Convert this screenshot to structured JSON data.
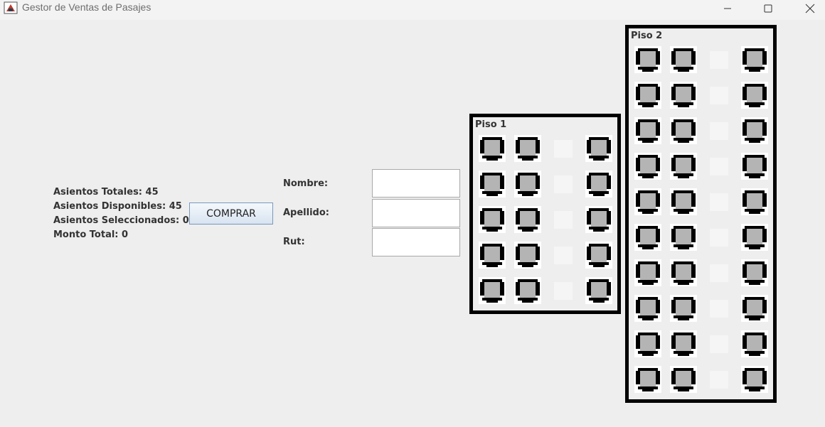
{
  "window": {
    "title": "Gestor de Ventas de Pasajes"
  },
  "summary": {
    "total_seats": "Asientos Totales: 45",
    "available_seats": "Asientos Disponibles: 45",
    "selected_seats": "Asientos Seleccionados: 0",
    "total_amount": "Monto Total: 0"
  },
  "actions": {
    "buy_label": "COMPRAR"
  },
  "form": {
    "name_label": "Nombre:",
    "name_value": "",
    "lastname_label": "Apellido:",
    "lastname_value": "",
    "rut_label": "Rut:",
    "rut_value": ""
  },
  "floors": [
    {
      "title": "Piso 1",
      "rows": 5,
      "columns": [
        "seat",
        "seat",
        "aisle",
        "seat"
      ]
    },
    {
      "title": "Piso 2",
      "rows": 10,
      "columns": [
        "seat",
        "seat",
        "aisle",
        "seat"
      ]
    }
  ],
  "colors": {
    "seat_fill": "#b4b4b4",
    "seat_outline": "#000000",
    "aisle_fill": "#f5f5f5",
    "floor_border": "#000000"
  }
}
